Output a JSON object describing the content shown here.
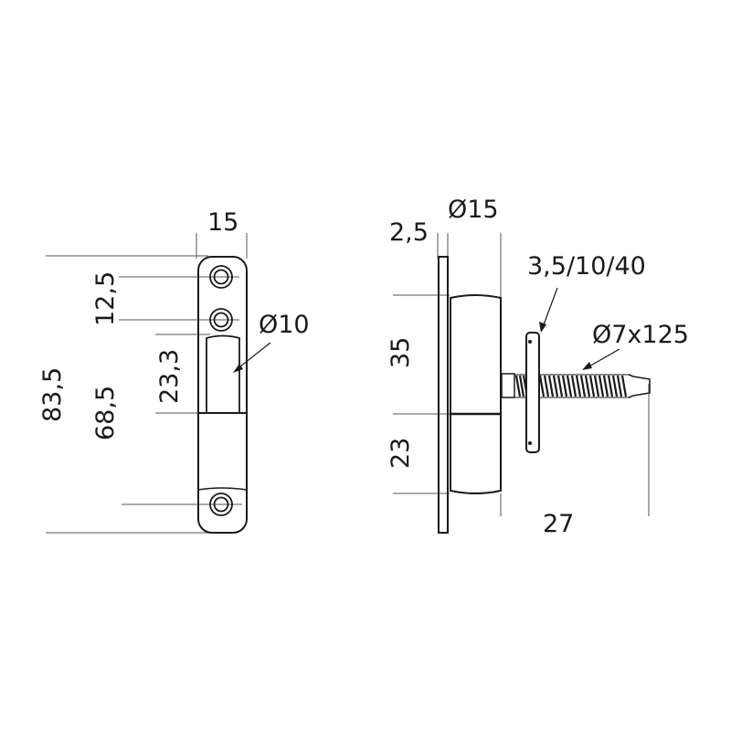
{
  "drawing": {
    "front_view": {
      "width_label": "15",
      "hole_spacing_label": "12,5",
      "barrel_length_label": "23,3",
      "barrel_diameter_label": "Ø10",
      "overall_height_label": "83,5",
      "hole_to_bottom_label": "68,5"
    },
    "side_view": {
      "plate_thickness_label": "2,5",
      "barrel_diameter_label": "Ø15",
      "washer_label": "3,5/10/40",
      "screw_label": "Ø7x125",
      "upper_barrel_label": "35",
      "lower_barrel_label": "23",
      "pin_offset_label": "27"
    }
  },
  "colors": {
    "line": "#1a1a1a",
    "dim_line": "#555555",
    "background": "#ffffff"
  }
}
